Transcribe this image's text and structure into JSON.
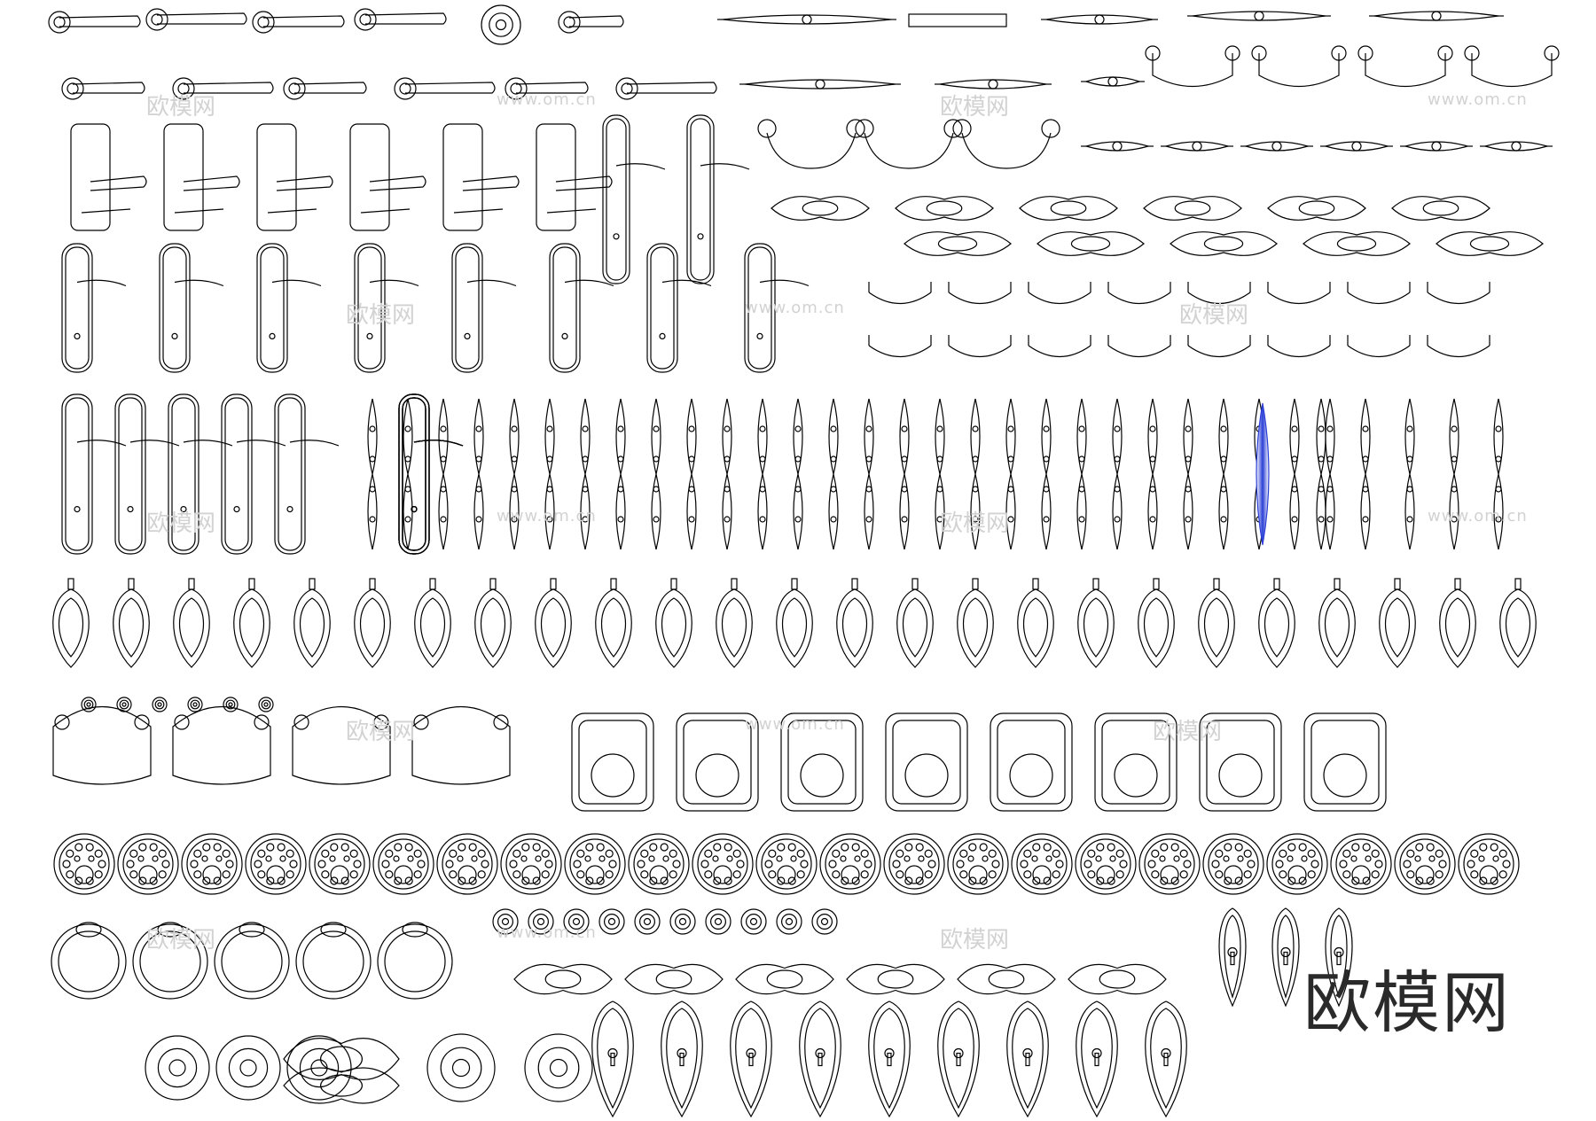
{
  "brand": {
    "mark": "欧模网"
  },
  "watermarks": {
    "cn": "欧模网",
    "url": "www.om.cn"
  },
  "palette": {
    "line": "#000000",
    "accent": "#2b3fd6",
    "background": "#ffffff",
    "watermark": "#d2d2d2"
  },
  "icons": [
    "lever-handle-icon",
    "pull-handle-icon",
    "knob-icon",
    "ring-knocker-icon",
    "lion-knocker-icon",
    "backplate-icon",
    "escutcheon-icon"
  ]
}
